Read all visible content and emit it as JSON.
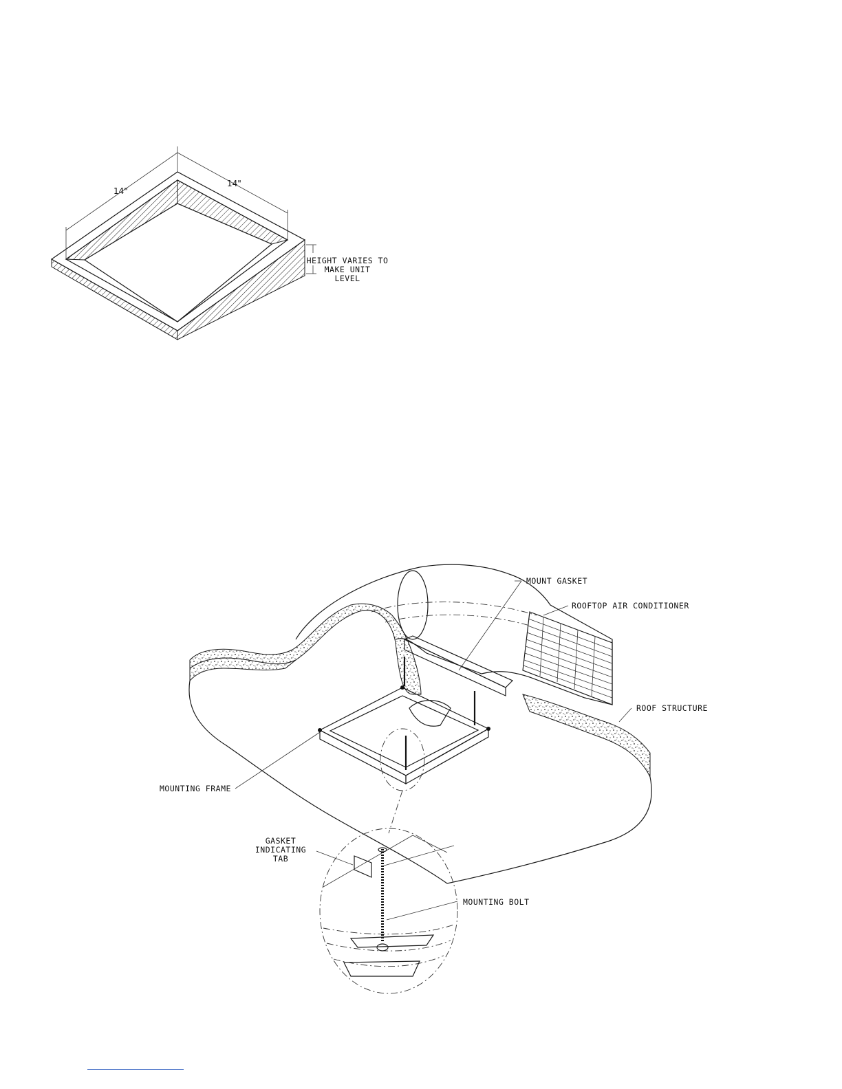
{
  "shim": {
    "dim_left": "14\"",
    "dim_right": "14\"",
    "height_note": [
      "HEIGHT VARIES TO",
      "MAKE UNIT",
      "LEVEL"
    ]
  },
  "install": {
    "labels": {
      "mount_gasket": "MOUNT GASKET",
      "rooftop_ac": "ROOFTOP AIR CONDITIONER",
      "roof_structure": "ROOF STRUCTURE",
      "mounting_frame": "MOUNTING FRAME",
      "gasket_tab": [
        "GASKET",
        "INDICATING",
        "TAB"
      ],
      "mounting_bolt": "MOUNTING BOLT"
    }
  },
  "colors": {
    "line": "#1a1a1a",
    "footer_rule": "#4a73c9"
  }
}
